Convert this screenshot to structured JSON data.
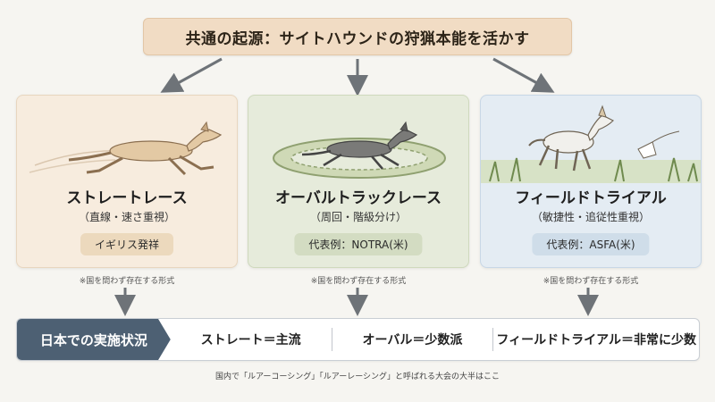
{
  "top": {
    "title": "共通の起源：サイトハウンドの狩猟本能を活かす"
  },
  "cards": [
    {
      "title": "ストレートレース",
      "subtitle": "（直線・速さ重視）",
      "tag": "イギリス発祥",
      "note": "※国を問わず存在する形式"
    },
    {
      "title": "オーバルトラックレース",
      "subtitle": "（周回・階級分け）",
      "tag": "代表例：NOTRA(米)",
      "note": "※国を問わず存在する形式"
    },
    {
      "title": "フィールドトライアル",
      "subtitle": "（敏捷性・追従性重視）",
      "tag": "代表例：ASFA(米)",
      "note": "※国を問わず存在する形式"
    }
  ],
  "bottom": {
    "label": "日本での実施状況",
    "items": [
      "ストレート＝主流",
      "オーバル＝少数派",
      "フィールドトライアル＝非常に少数"
    ]
  },
  "footnote": "国内で「ルアーコーシング」「ルアーレーシング」と呼ばれる大会の大半はここ",
  "colors": {
    "banner": "#f1dcc4",
    "card1": "#f7ecde",
    "card2": "#e6ebdb",
    "card3": "#e4ecf3",
    "label": "#4d6073",
    "arrow": "#6e7378"
  },
  "icons": [
    "down-arrow-icon",
    "diagonal-arrow-icon",
    "running-dog-illustration",
    "oval-track-illustration",
    "lure-illustration"
  ]
}
